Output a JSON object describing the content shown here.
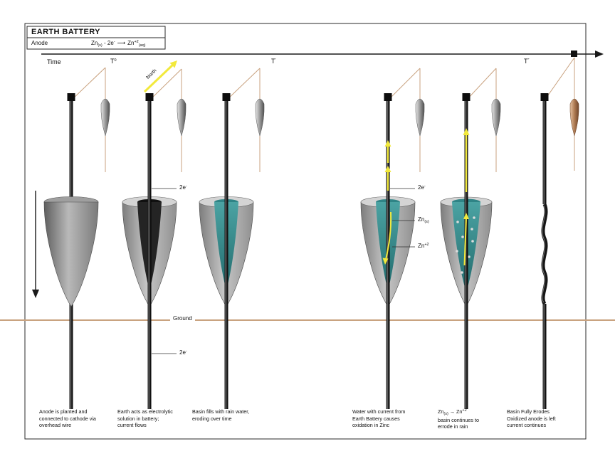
{
  "header": {
    "title": "EARTH BATTERY",
    "anode_label": "Anode",
    "equation": {
      "reactant": "Zn",
      "reactant_sub": "(s)",
      "electrons": " - 2e",
      "electrons_sup": "-",
      "arrow": "⟶",
      "product": "Zn",
      "product_sup": "+2",
      "product_sub": "(aq)"
    }
  },
  "timeline": {
    "label": "Time",
    "markers": [
      {
        "base": "T",
        "sup": "0"
      },
      {
        "base": "T",
        "sup": "′"
      },
      {
        "base": "T",
        "sup": "″"
      }
    ]
  },
  "annotations": {
    "north": "North",
    "ground": "Ground",
    "electrons_base": "2e",
    "electrons_sup": "-",
    "zn_solid_base": "Zn",
    "zn_solid_sub": "(s)",
    "zn_ion_base": "Zn",
    "zn_ion_sup": "+2"
  },
  "stages": [
    {
      "name": "anode-planted",
      "caption": [
        "Anode is planted and",
        "connected to cathode via",
        "overhead wire"
      ]
    },
    {
      "name": "current-flows",
      "caption": [
        "Earth acts as electrolytic",
        "solution in battery;",
        "current flows"
      ]
    },
    {
      "name": "basin-fills",
      "caption": [
        "Basin fills with rain water,",
        "eroding over time"
      ]
    },
    {
      "name": "oxidation",
      "caption": [
        "Water with current from",
        "Earth Battery causes",
        "oxidation in Zinc"
      ]
    },
    {
      "name": "basin-erodes",
      "formula": {
        "reactant": "Zn",
        "reactant_sub": "(s)",
        "arrow": " → ",
        "product": "Zn",
        "product_sup": "+2"
      },
      "caption": [
        "basin continues to",
        "errode in rain"
      ]
    },
    {
      "name": "fully-eroded",
      "caption": [
        "Basin Fully Erodes",
        "Oxidized anode is left",
        "current continues"
      ]
    }
  ],
  "colors": {
    "water_teal": "#2f8486",
    "basin_gray": "#b5b5b5",
    "ground_tan": "#c9a27f",
    "wire_tan": "#c9a27f",
    "current_yellow": "#f2e93c"
  }
}
